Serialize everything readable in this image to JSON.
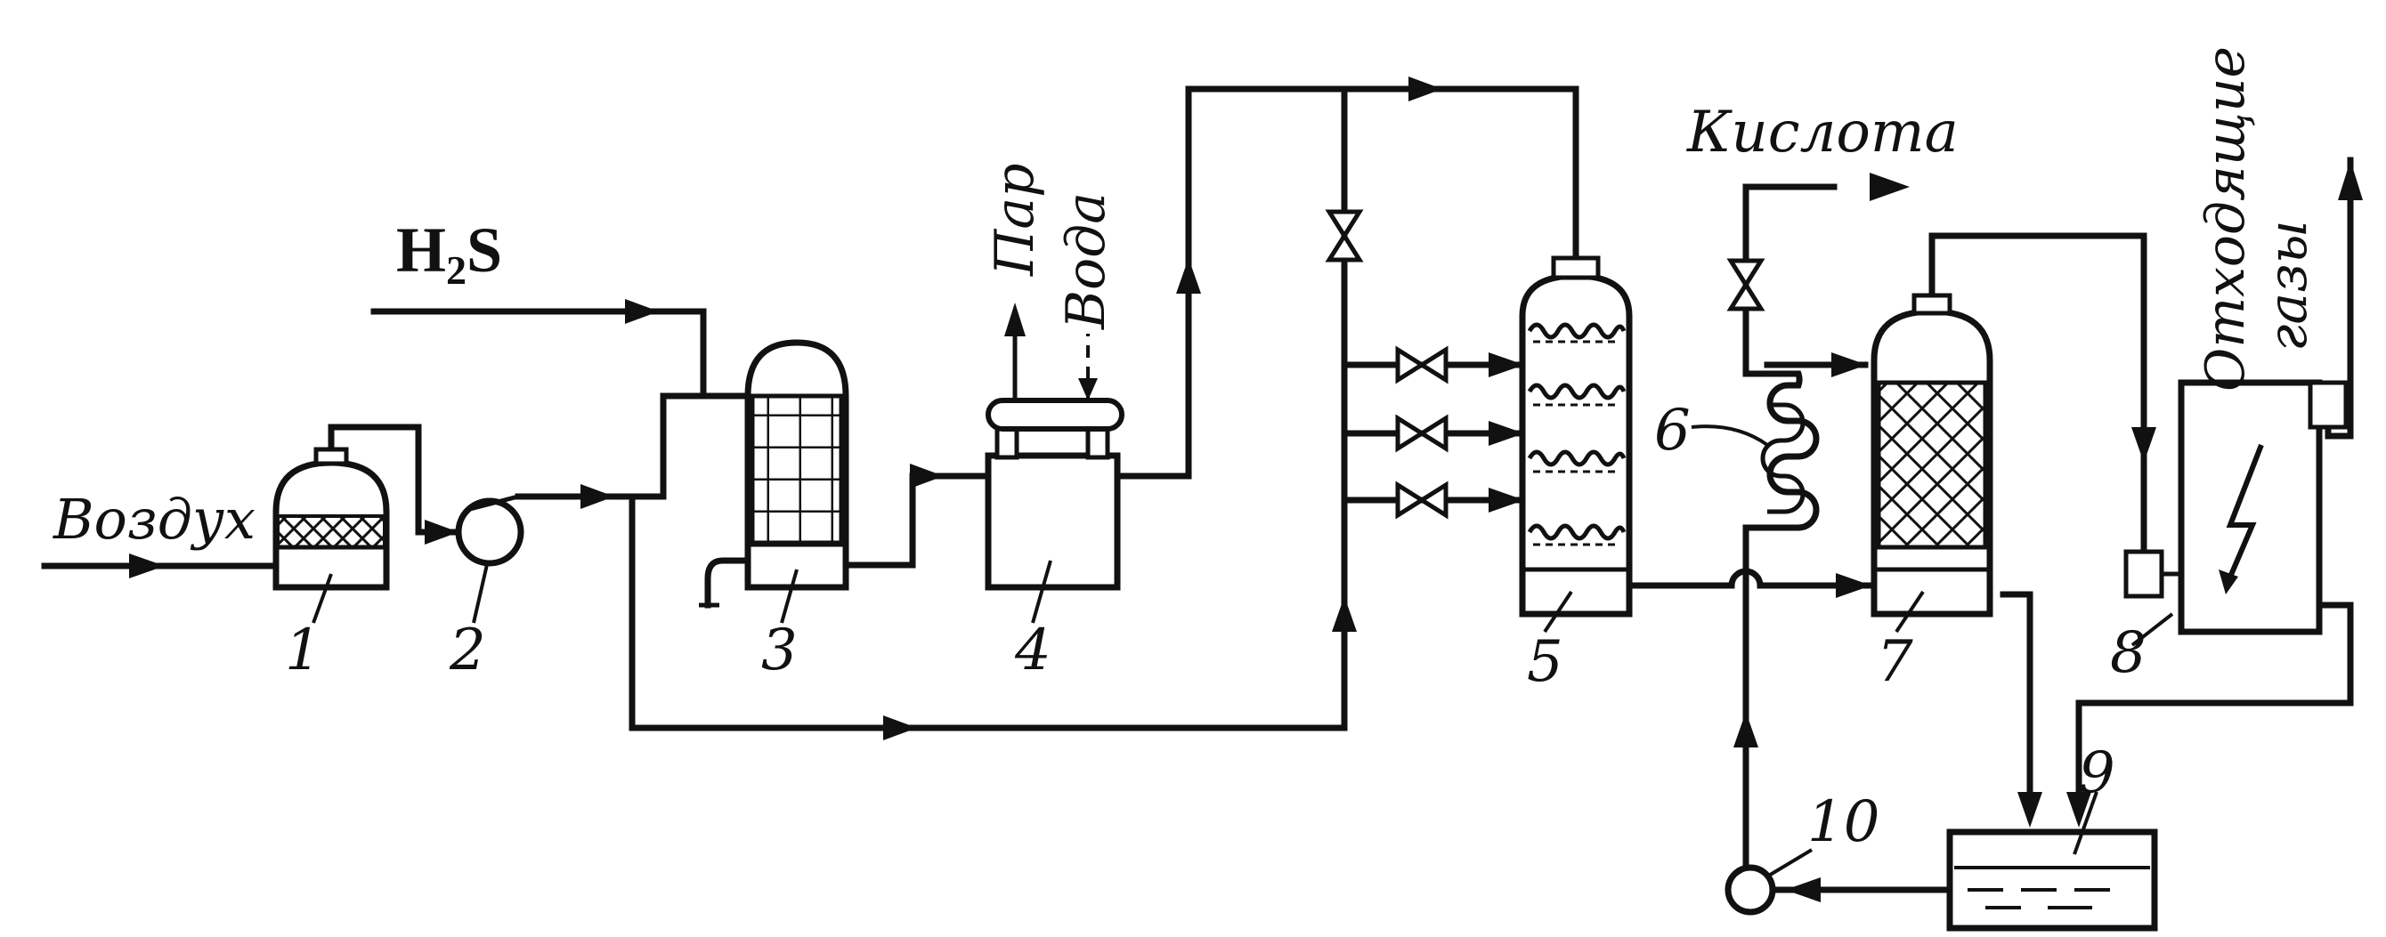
{
  "labels": {
    "air": "Воздух",
    "h2s_main": "H",
    "h2s_sub": "2",
    "h2s_tail": "S",
    "steam": "Пар",
    "water": "Вода",
    "acid": "Кислота",
    "exhaust_line1": "Отходящие",
    "exhaust_line2": "газы"
  },
  "equipment": [
    {
      "num": "1"
    },
    {
      "num": "2"
    },
    {
      "num": "3"
    },
    {
      "num": "4"
    },
    {
      "num": "5"
    },
    {
      "num": "6"
    },
    {
      "num": "7"
    },
    {
      "num": "8"
    },
    {
      "num": "9"
    },
    {
      "num": "10"
    }
  ],
  "colors": {
    "ink": "#111111",
    "paper": "#ffffff"
  }
}
